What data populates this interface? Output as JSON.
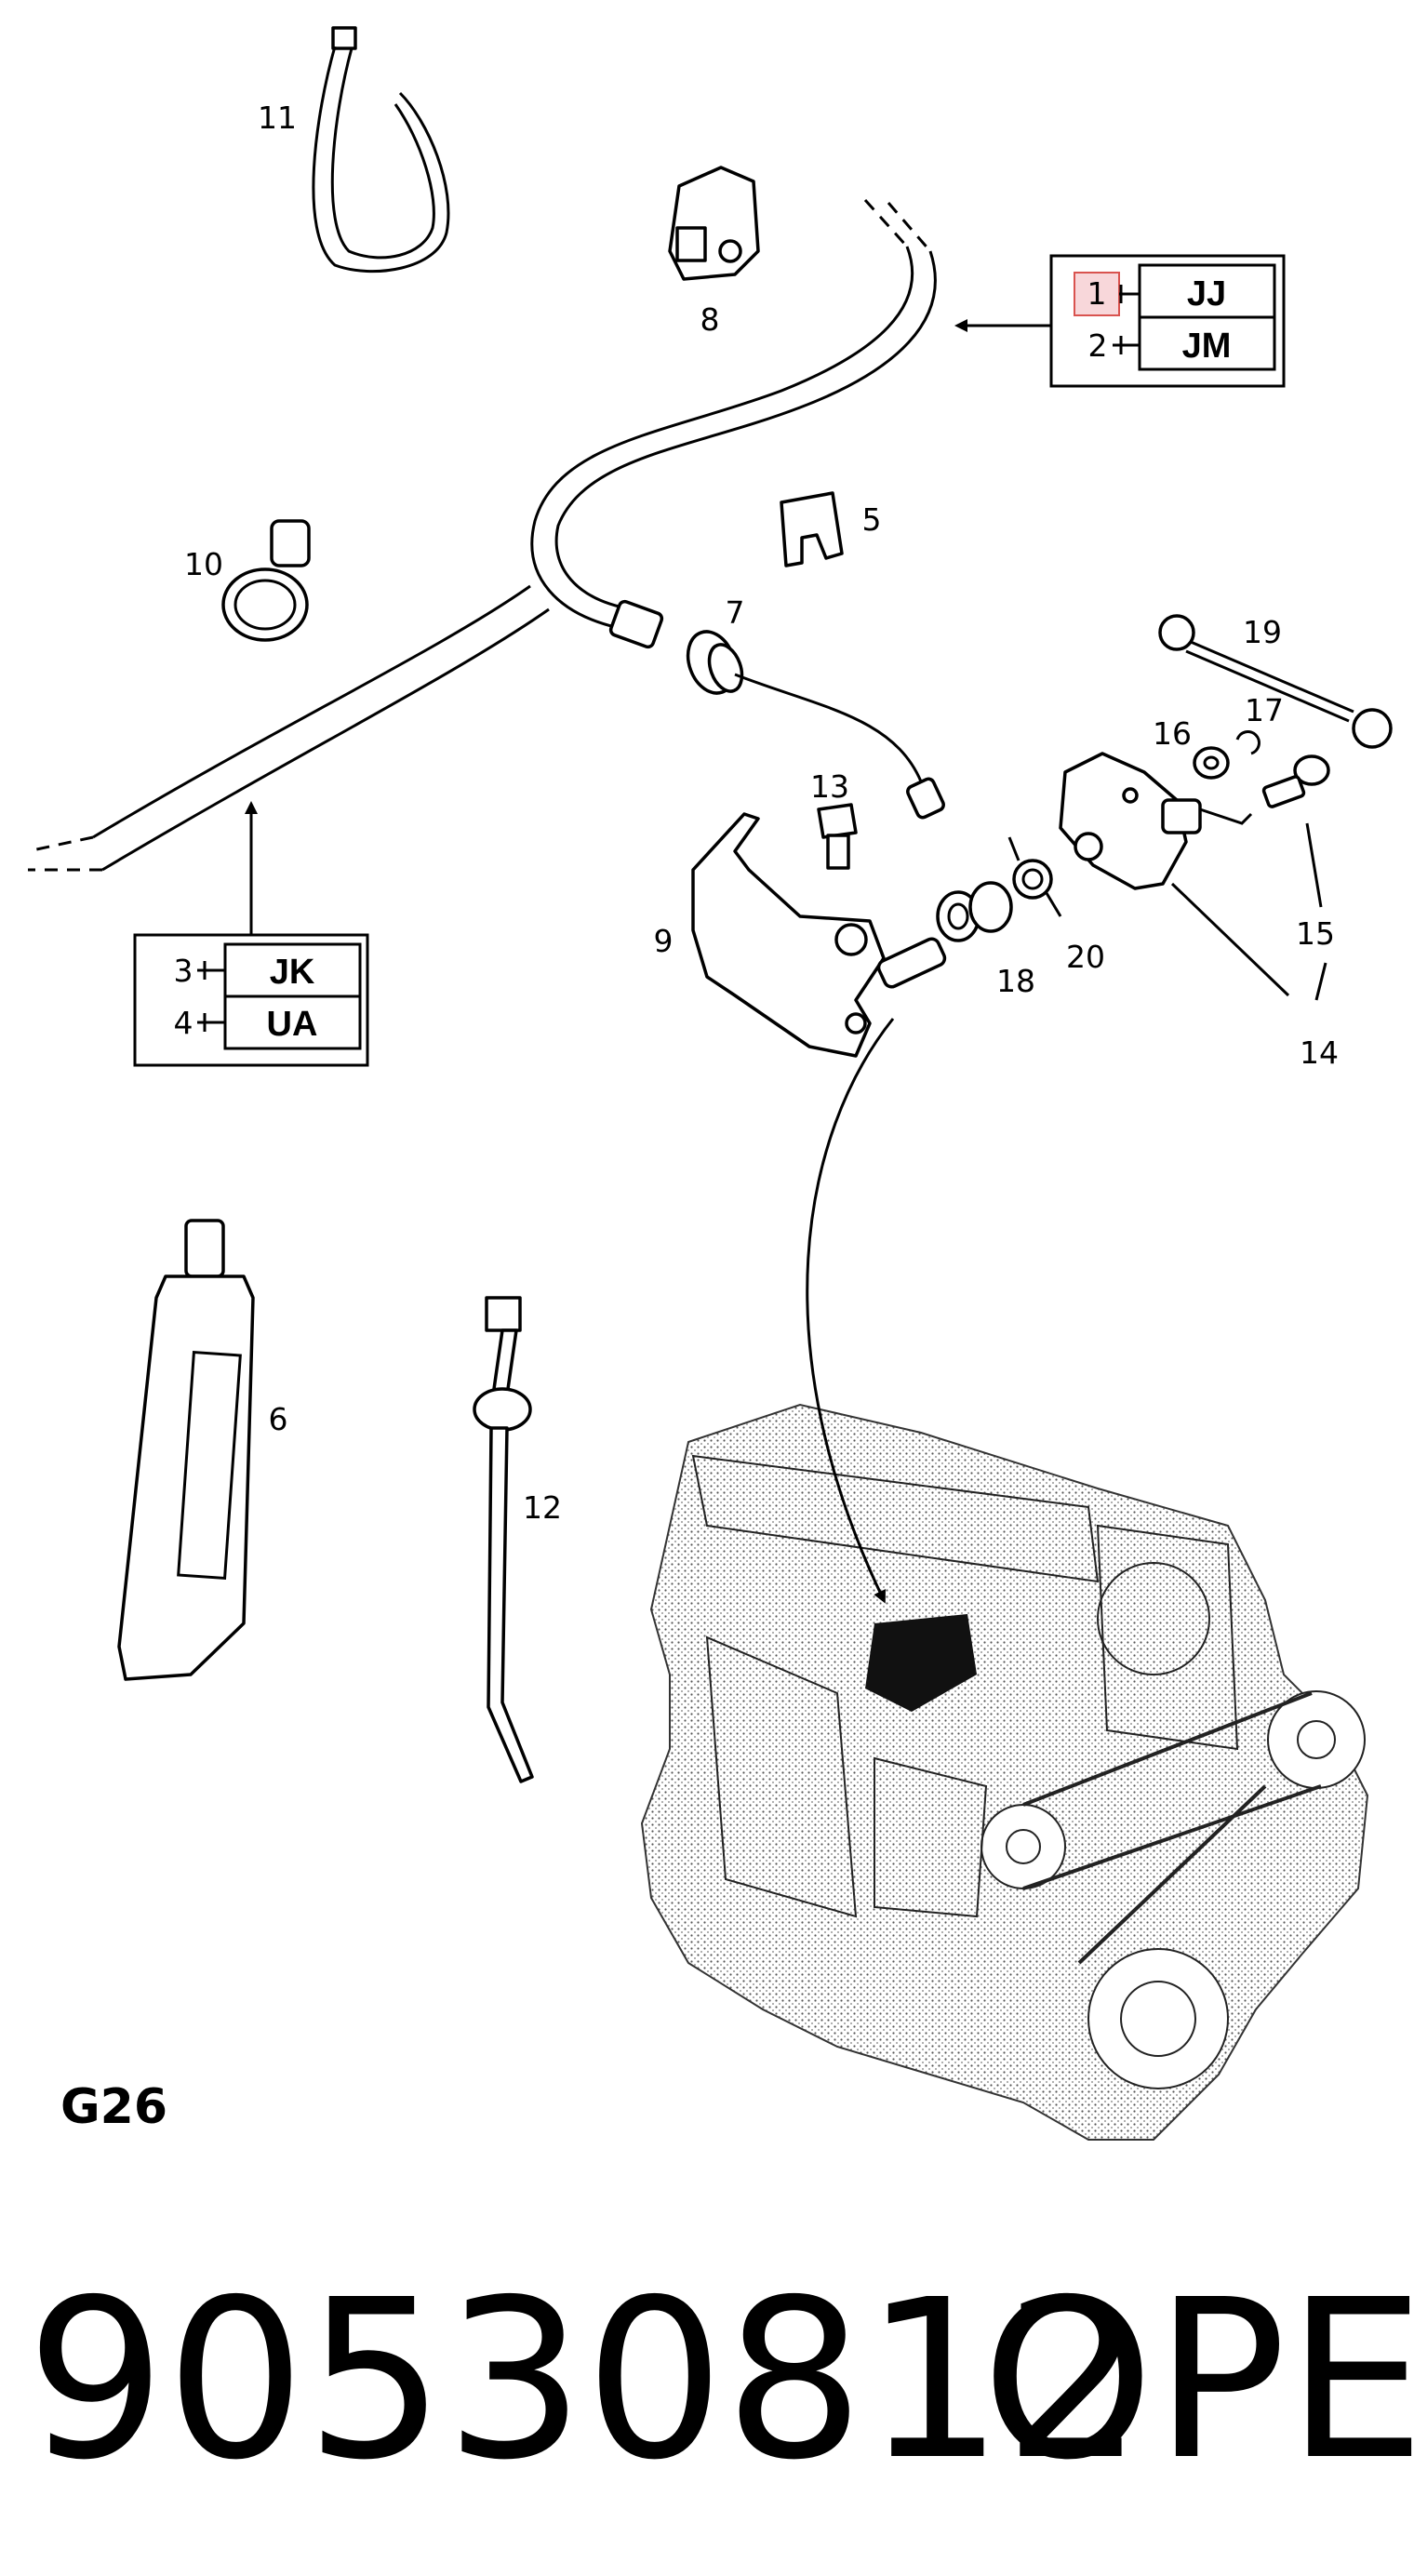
{
  "diagram": {
    "code": "G26",
    "callouts": [
      "1",
      "2",
      "3",
      "4",
      "5",
      "6",
      "7",
      "8",
      "9",
      "10",
      "11",
      "12",
      "13",
      "14",
      "15",
      "16",
      "17",
      "18",
      "19",
      "20"
    ],
    "variant_table_top": {
      "rows": [
        {
          "num": "1",
          "code": "JJ"
        },
        {
          "num": "2",
          "code": "JM"
        }
      ],
      "highlighted_num": "1"
    },
    "variant_table_bottom": {
      "rows": [
        {
          "num": "3",
          "code": "JK"
        },
        {
          "num": "4",
          "code": "UA"
        }
      ]
    }
  },
  "footer": {
    "part_number": "90530812",
    "brand": "OPEL"
  }
}
